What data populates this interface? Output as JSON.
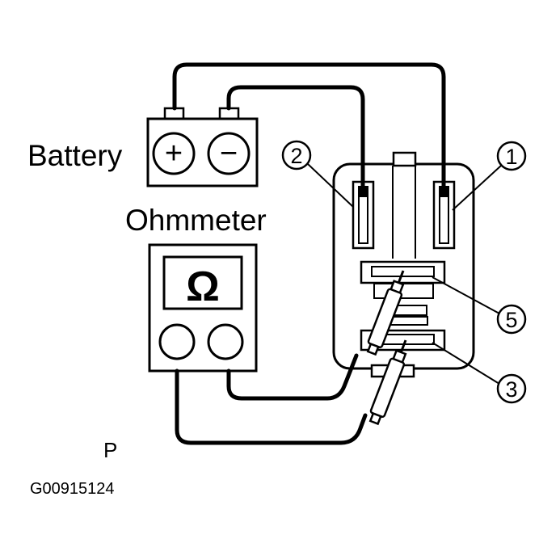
{
  "labels": {
    "battery": "Battery",
    "ohmmeter": "Ohmmeter",
    "view": "P",
    "figure_code": "G00915124"
  },
  "terminals": {
    "t1": "1",
    "t2": "2",
    "t3": "3",
    "t5": "5"
  },
  "symbols": {
    "plus": "+",
    "minus": "−",
    "omega": "Ω"
  }
}
